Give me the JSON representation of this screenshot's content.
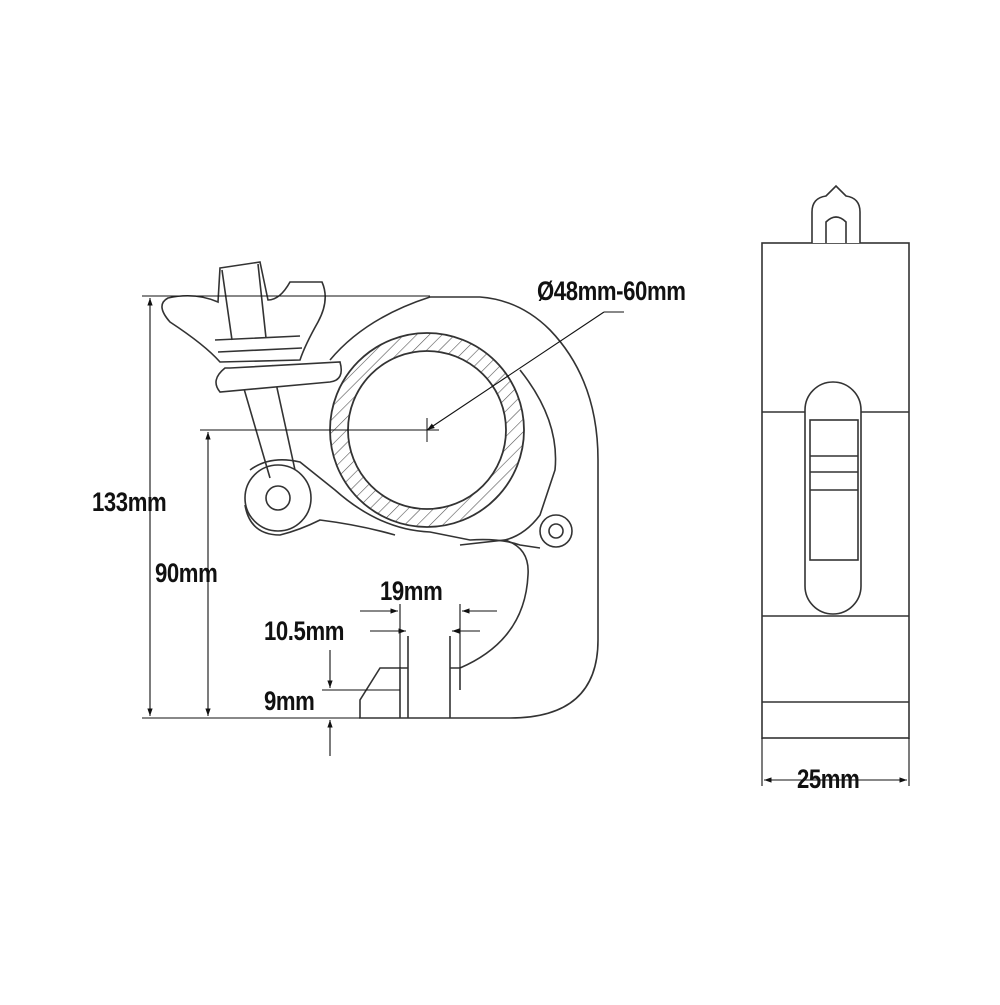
{
  "colors": {
    "line": "#333333",
    "dim_line": "#111111",
    "text": "#111111",
    "background": "#ffffff",
    "hatch": "#555555"
  },
  "dimensions": {
    "tube_diameter": "Ø48mm-60mm",
    "total_height": "133mm",
    "center_height": "90mm",
    "jaw_opening": "19mm",
    "bolt_offset": "10.5mm",
    "base_thickness": "9mm",
    "side_width": "25mm"
  }
}
